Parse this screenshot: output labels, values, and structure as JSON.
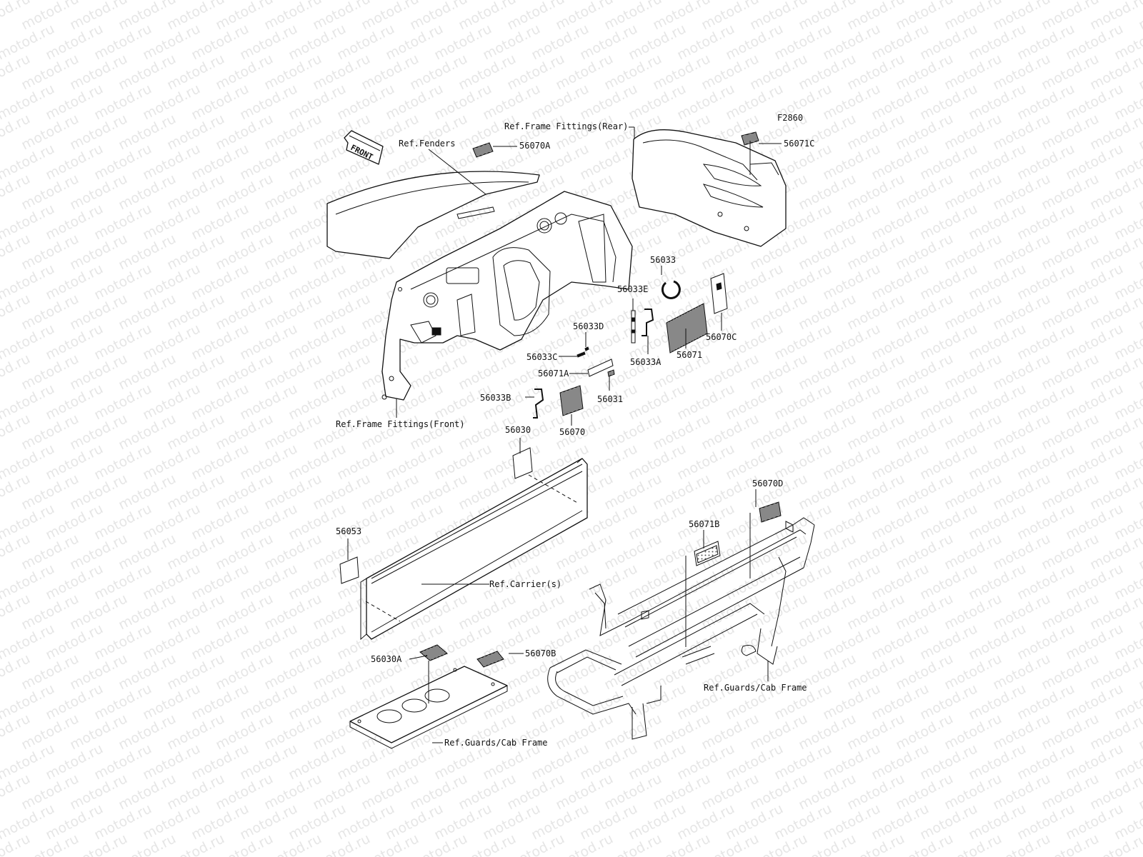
{
  "figure_code": "F2860",
  "watermark": "motod.ru",
  "front_arrow": "FRONT",
  "references": {
    "fenders": "Ref.Fenders",
    "frame_fittings_rear": "Ref.Frame Fittings(Rear)",
    "frame_fittings_front": "Ref.Frame Fittings(Front)",
    "carrier": "Ref.Carrier(s)",
    "guards_cab_frame_right": "Ref.Guards/Cab Frame",
    "guards_cab_frame_bottom": "Ref.Guards/Cab Frame"
  },
  "parts": {
    "p56070A": "56070A",
    "p56071C": "56071C",
    "p56033": "56033",
    "p56033E": "56033E",
    "p56033D": "56033D",
    "p56033C": "56033C",
    "p56071A": "56071A",
    "p56033B": "56033B",
    "p56070": "56070",
    "p56031": "56031",
    "p56033A": "56033A",
    "p56071": "56071",
    "p56070C": "56070C",
    "p56030": "56030",
    "p56053": "56053",
    "p56070D": "56070D",
    "p56071B": "56071B",
    "p56030A": "56030A",
    "p56070B": "56070B"
  }
}
